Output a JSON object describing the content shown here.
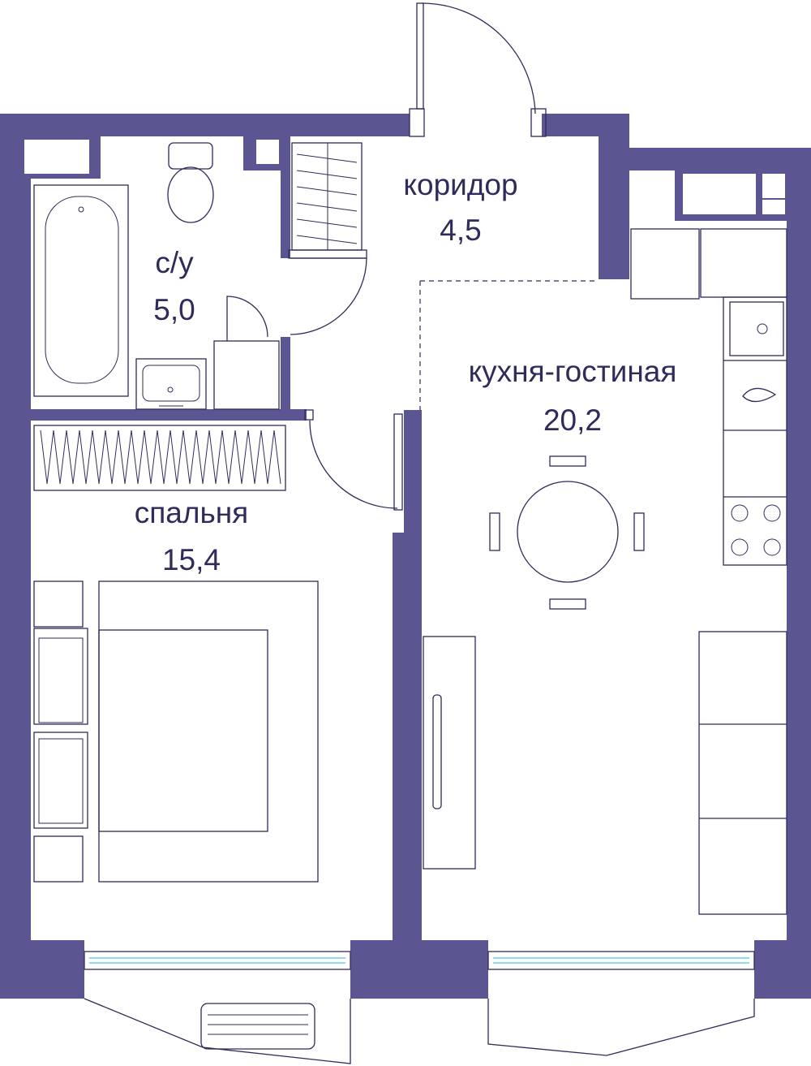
{
  "rooms": {
    "bathroom": {
      "name": "с/у",
      "area": "5,0"
    },
    "corridor": {
      "name": "коридор",
      "area": "4,5"
    },
    "bedroom": {
      "name": "спальня",
      "area": "15,4"
    },
    "kitchen": {
      "name": "кухня-гостиная",
      "area": "20,2"
    }
  },
  "colors": {
    "wall": "#5b5592",
    "line": "#2f2b5a",
    "glass": "#4fc3e8"
  },
  "icons": [
    "door-icon",
    "toilet-icon",
    "bathtub-icon",
    "sink-icon",
    "bed-icon",
    "table-icon",
    "chair-icon",
    "stove-icon",
    "sofa-icon",
    "window-icon",
    "radiator-icon"
  ]
}
